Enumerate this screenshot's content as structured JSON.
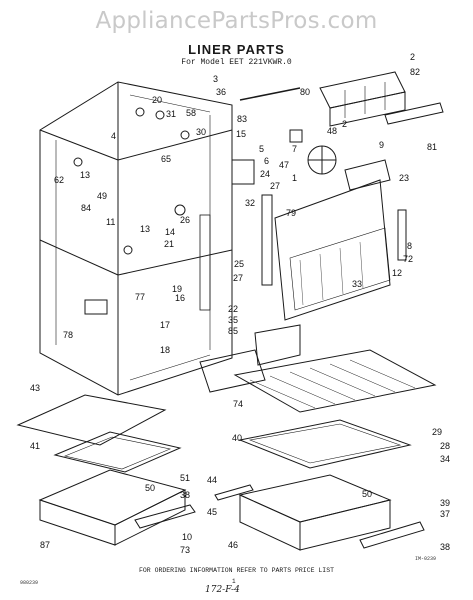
{
  "header": {
    "watermark": "AppliancePartsPros.com",
    "title": "LINER PARTS",
    "subtitle": "For Model EET 221VKWR.0"
  },
  "footer": {
    "note": "FOR ORDERING INFORMATION REFER TO PARTS PRICE LIST",
    "page": "1",
    "code_left": "980239",
    "code_right": "IM-0239",
    "handwritten": "172-F-4"
  },
  "callouts": [
    "2",
    "82",
    "80",
    "3",
    "36",
    "20",
    "58",
    "83",
    "15",
    "31",
    "30",
    "4",
    "65",
    "5",
    "6",
    "48",
    "2",
    "9",
    "81",
    "7",
    "47",
    "1",
    "23",
    "62",
    "13",
    "49",
    "84",
    "11",
    "14",
    "26",
    "32",
    "24",
    "27",
    "79",
    "8",
    "72",
    "12",
    "13",
    "21",
    "25",
    "33",
    "77",
    "19",
    "16",
    "27",
    "22",
    "35",
    "85",
    "78",
    "17",
    "18",
    "43",
    "74",
    "40",
    "29",
    "28",
    "41",
    "34",
    "50",
    "44",
    "50",
    "51",
    "38",
    "45",
    "39",
    "37",
    "87",
    "10",
    "73",
    "46",
    "38"
  ],
  "colors": {
    "ink": "#1a1a1a",
    "watermark": "#c9c9c9",
    "background": "#ffffff"
  }
}
